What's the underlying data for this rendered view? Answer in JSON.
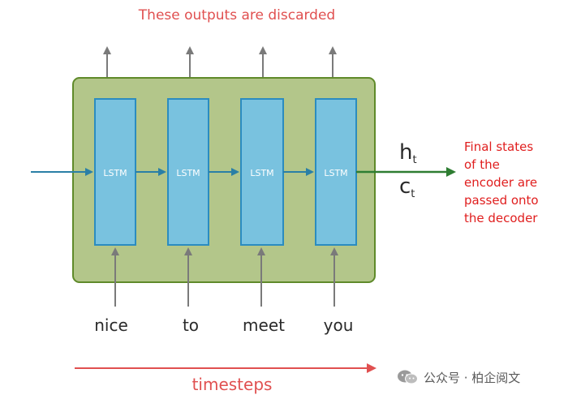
{
  "header": {
    "discarded_note": "These outputs are discarded"
  },
  "cells": [
    {
      "label": "LSTM",
      "input": "nice"
    },
    {
      "label": "LSTM",
      "input": "to"
    },
    {
      "label": "LSTM",
      "input": "meet"
    },
    {
      "label": "LSTM",
      "input": "you"
    }
  ],
  "states": {
    "h": "h",
    "h_sub": "t",
    "c": "c",
    "c_sub": "t"
  },
  "final_note": [
    "Final states",
    "of the",
    "encoder are",
    "passed onto",
    "the decoder"
  ],
  "footer": {
    "timesteps": "timesteps"
  },
  "watermark": {
    "text": "公众号 · 柏企阅文",
    "icon": "wechat-icon"
  },
  "colors": {
    "container_fill": "#b3c68a",
    "container_stroke": "#5f8a2a",
    "cell_fill": "#79c2df",
    "cell_stroke": "#2b8cc0",
    "arrow_gray": "#7a7a7a",
    "arrow_blue": "#2a7fa6",
    "arrow_green": "#2e7d32",
    "note_red": "#e05050",
    "final_red": "#e01e1e",
    "text_dark": "#2a2a2a"
  }
}
